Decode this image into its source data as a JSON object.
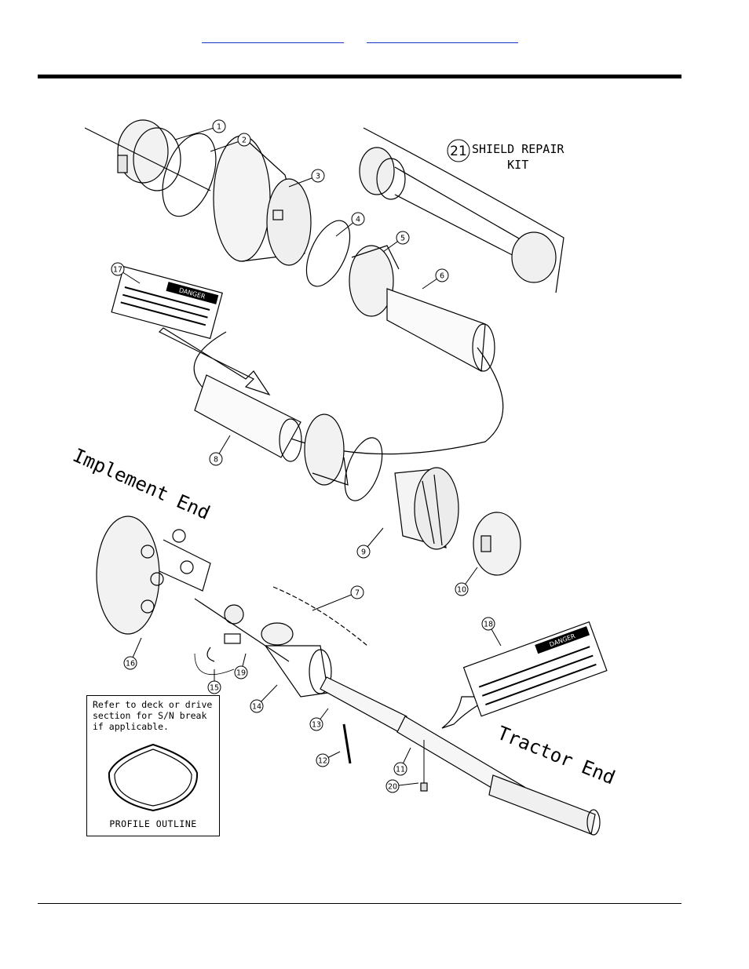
{
  "header": {
    "link_a": "",
    "link_b": ""
  },
  "callouts": [
    {
      "id": "1"
    },
    {
      "id": "2"
    },
    {
      "id": "3"
    },
    {
      "id": "4"
    },
    {
      "id": "5"
    },
    {
      "id": "6"
    },
    {
      "id": "7"
    },
    {
      "id": "8"
    },
    {
      "id": "9"
    },
    {
      "id": "10"
    },
    {
      "id": "11"
    },
    {
      "id": "12"
    },
    {
      "id": "13"
    },
    {
      "id": "14"
    },
    {
      "id": "15"
    },
    {
      "id": "16"
    },
    {
      "id": "17"
    },
    {
      "id": "18"
    },
    {
      "id": "19"
    },
    {
      "id": "20"
    },
    {
      "id": "21"
    }
  ],
  "kit": {
    "number": "21",
    "label_line1": "SHIELD REPAIR",
    "label_line2": "KIT"
  },
  "labels": {
    "implement_end": "Implement End",
    "tractor_end": "Tractor End"
  },
  "note": {
    "text": "Refer to deck or drive\nsection for S/N break\nif applicable.",
    "profile_label": "PROFILE OUTLINE"
  },
  "decals": {
    "warning_word": "DANGER"
  }
}
